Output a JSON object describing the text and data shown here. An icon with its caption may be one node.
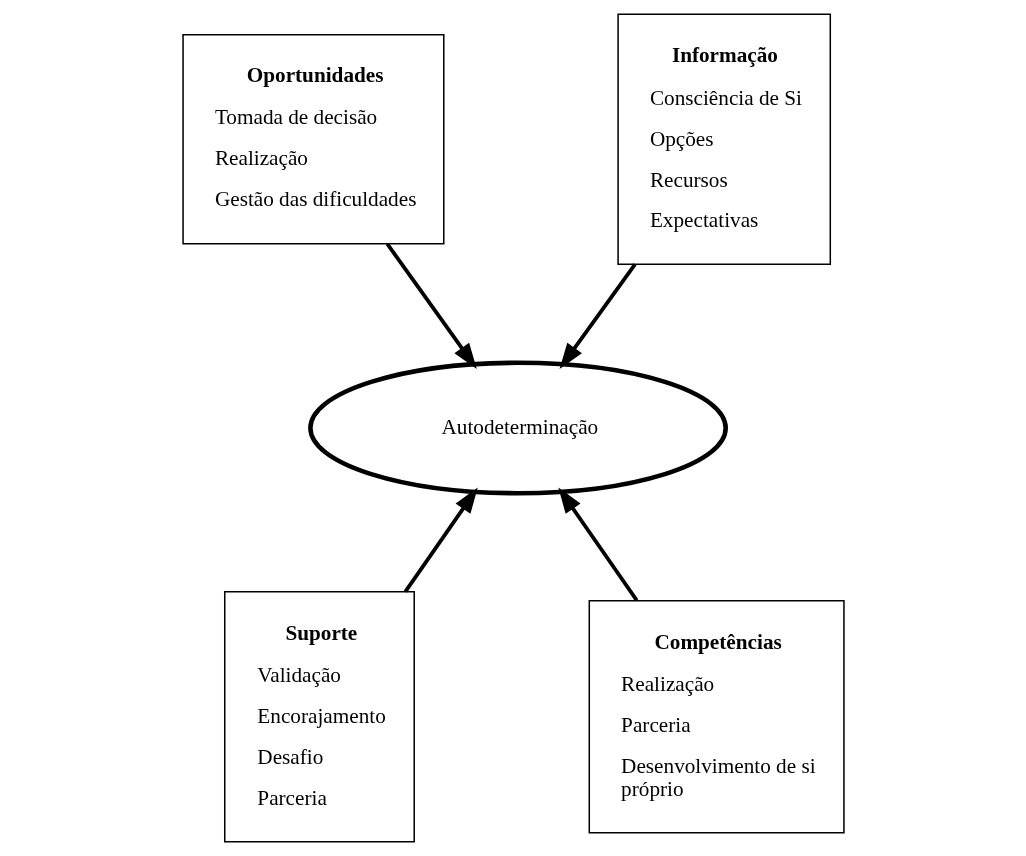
{
  "diagram": {
    "nodes": [
      {
        "text": [
          "Oportunidades",
          "Tomada de decisão",
          "Realização",
          "Gestão das dificuldades"
        ]
      },
      {
        "text": [
          "Informação",
          "Consciência de Si",
          "Opções",
          "Recursos",
          "Expectativas"
        ]
      },
      {
        "text": [
          "Autodeterminação"
        ]
      },
      {
        "text": [
          "Suporte",
          "Validação",
          "Encorajamento",
          "Desafio",
          "Parceria"
        ]
      },
      {
        "text": [
          "Competências",
          "Realização",
          "Parceria",
          "Desenvolvimento de si próprio"
        ]
      }
    ],
    "edges": [
      {
        "from": 0,
        "to": 2,
        "arrow": "to"
      },
      {
        "from": 1,
        "to": 2,
        "arrow": "to"
      },
      {
        "from": 3,
        "to": 2,
        "arrow": "to"
      },
      {
        "from": 4,
        "to": 2,
        "arrow": "to"
      }
    ]
  }
}
